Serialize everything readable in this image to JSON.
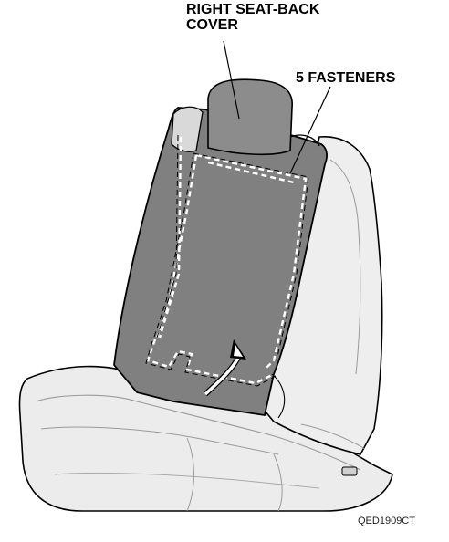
{
  "callouts": {
    "seat_back_cover": "RIGHT SEAT-BACK\nCOVER",
    "fasteners": "5 FASTENERS"
  },
  "figure_id": "QED1909CT",
  "colors": {
    "cover_fill": "#808080",
    "seat_light": "#f0f0f0",
    "seat_mid": "#d6d6d6",
    "seat_shadow": "#bdbdbd",
    "outline": "#000000"
  }
}
